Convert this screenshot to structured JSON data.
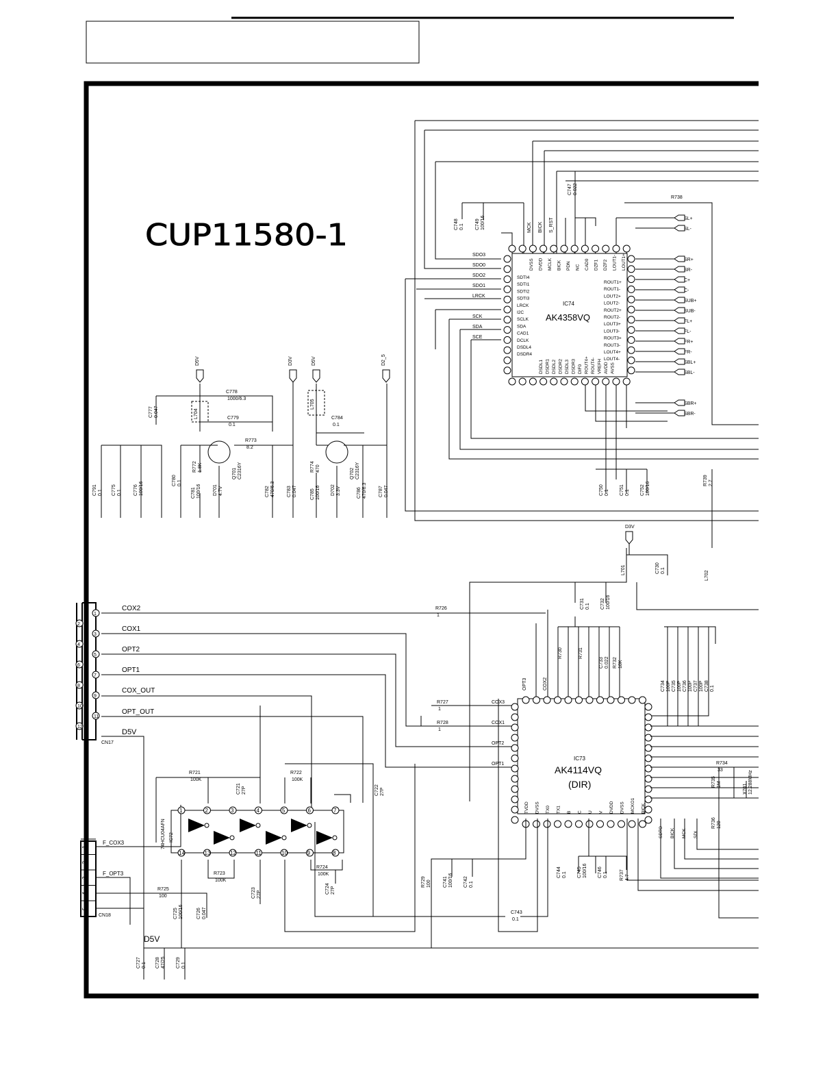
{
  "board_id": "CUP11580-1",
  "ic74": {
    "ref": "IC74",
    "part": "AK4358VQ",
    "left_pins": [
      "SDTI4",
      "SDTI1",
      "SDTI2",
      "SDTI3",
      "LRCK",
      "I2C",
      "SCLK",
      "SDA",
      "CAD1",
      "DCLK",
      "DSDL4",
      "DSDR4"
    ],
    "top_pins": [
      "DVSS",
      "DVDD",
      "MCLK",
      "BICK",
      "PDN",
      "NC",
      "CAD0",
      "DZF1",
      "DZF2",
      "LOUT1-",
      "LOUT1+"
    ],
    "right_pins": [
      "ROUT1+",
      "ROUT1-",
      "LOUT2+",
      "LOUT2-",
      "ROUT2+",
      "ROUT2-",
      "LOUT3+",
      "LOUT3-",
      "ROUT3+",
      "ROUT3-",
      "LOUT4+",
      "LOUT4-"
    ],
    "bottom_pins": [
      "DSDL1",
      "DSDR1",
      "DSDL2",
      "DSDR2",
      "DSDL3",
      "DSDR3",
      "DIF0",
      "ROUT4+",
      "ROUT4-",
      "VREFH",
      "AVDD",
      "AVSS"
    ],
    "left_nets": [
      "SDO3",
      "SDO0",
      "SDO2",
      "SDO1",
      "LRCK",
      "SCK",
      "SDA",
      "SCE"
    ],
    "top_nets": [
      "MCK",
      "BICK",
      "S_RST"
    ]
  },
  "ic73": {
    "ref": "IC73",
    "part": "AK4114VQ",
    "note": "(DIR)",
    "left_nets": [
      "COX3",
      "COX1",
      "OPT2",
      "OPT1"
    ],
    "top_pins": [
      "OPT3",
      "COX2"
    ],
    "bottom_pins": [
      "TVDD",
      "DVSS",
      "TX0",
      "TX1",
      "B",
      "C",
      "U",
      "V",
      "DVDD",
      "DVSS",
      "MCKO1",
      "BICK"
    ],
    "bottom_nets": [
      "SDTO",
      "BICK",
      "MCK",
      "SDI"
    ]
  },
  "ic72": {
    "ref": "IC72",
    "part": "74HCU04AFN",
    "top_pins": [
      "1",
      "2",
      "3",
      "4",
      "5",
      "6",
      "7"
    ],
    "bottom_pins": [
      "14",
      "13",
      "12",
      "11",
      "10",
      "9",
      "8"
    ]
  },
  "outputs": [
    "SL+",
    "SL-",
    "SR+",
    "SR-",
    "C+",
    "C-",
    "SUB+",
    "SUB-",
    "FL+",
    "FL-",
    "FR+",
    "FR-",
    "SBL+",
    "SBL-",
    "SBR+",
    "SBR-"
  ],
  "power_labels": {
    "d5v": "D5V",
    "d3v": "D3V",
    "d2_5": "D2_5"
  },
  "cn17": {
    "ref": "CN17",
    "odd_pins": [
      "1",
      "3",
      "5",
      "7",
      "9",
      "11"
    ],
    "even_pins": [
      "2",
      "4",
      "6",
      "8",
      "10",
      "12"
    ],
    "signals": [
      "COX2",
      "COX1",
      "OPT2",
      "OPT1",
      "COX_OUT",
      "OPT_OUT",
      "D5V"
    ]
  },
  "cn18": {
    "ref": "CN18",
    "pins": [
      "1",
      "2",
      "3",
      "4",
      "5"
    ],
    "signals": [
      "F_COX3",
      "F_OPT3"
    ]
  },
  "components": [
    {
      "ref": "C747",
      "val": "0.022"
    },
    {
      "ref": "R738",
      "val": ""
    },
    {
      "ref": "C748",
      "val": "0.1"
    },
    {
      "ref": "C749",
      "val": "100/16"
    },
    {
      "ref": "C750",
      "val": "0.1"
    },
    {
      "ref": "C751",
      "val": "0.1"
    },
    {
      "ref": "C752",
      "val": "100/16"
    },
    {
      "ref": "R739",
      "val": "2.7"
    },
    {
      "ref": "C777",
      "val": "0.047"
    },
    {
      "ref": "L704",
      "val": ""
    },
    {
      "ref": "C778",
      "val": "1000/6.3"
    },
    {
      "ref": "C779",
      "val": "0.1"
    },
    {
      "ref": "Q701",
      "val": "C2316Y"
    },
    {
      "ref": "R773",
      "val": "8.2"
    },
    {
      "ref": "R772",
      "val": "1.8K"
    },
    {
      "ref": "C780",
      "val": "0.1"
    },
    {
      "ref": "C781",
      "val": "100/16"
    },
    {
      "ref": "D701",
      "val": "4.7V"
    },
    {
      "ref": "C782",
      "val": "470/6.3"
    },
    {
      "ref": "C783",
      "val": "0.047"
    },
    {
      "ref": "C791",
      "val": "0.1"
    },
    {
      "ref": "C775",
      "val": "0.1"
    },
    {
      "ref": "C776",
      "val": "100/16"
    },
    {
      "ref": "L705",
      "val": ""
    },
    {
      "ref": "C784",
      "val": "0.1"
    },
    {
      "ref": "Q702",
      "val": "C2316Y"
    },
    {
      "ref": "R774",
      "val": "470"
    },
    {
      "ref": "C785",
      "val": "100/16"
    },
    {
      "ref": "D702",
      "val": "3.3V"
    },
    {
      "ref": "C786",
      "val": "470/6.3"
    },
    {
      "ref": "C787",
      "val": "0.047"
    },
    {
      "ref": "L701",
      "val": ""
    },
    {
      "ref": "C730",
      "val": "0.1"
    },
    {
      "ref": "L702",
      "val": ""
    },
    {
      "ref": "C731",
      "val": "0.1"
    },
    {
      "ref": "C732",
      "val": "100/16"
    },
    {
      "ref": "R726",
      "val": "1"
    },
    {
      "ref": "R730",
      "val": ""
    },
    {
      "ref": "R731",
      "val": ""
    },
    {
      "ref": "C733",
      "val": "0.022"
    },
    {
      "ref": "R732",
      "val": "18K"
    },
    {
      "ref": "C734",
      "val": "100P"
    },
    {
      "ref": "C735",
      "val": "100P"
    },
    {
      "ref": "C736",
      "val": "100P"
    },
    {
      "ref": "C737",
      "val": "100P"
    },
    {
      "ref": "C738",
      "val": "0.1"
    },
    {
      "ref": "R727",
      "val": "1"
    },
    {
      "ref": "R728",
      "val": "1"
    },
    {
      "ref": "R734",
      "val": "33"
    },
    {
      "ref": "R735",
      "val": "1M"
    },
    {
      "ref": "X701",
      "val": "12.288MHz"
    },
    {
      "ref": "R736",
      "val": "120"
    },
    {
      "ref": "R721",
      "val": "100K"
    },
    {
      "ref": "C721",
      "val": "27P"
    },
    {
      "ref": "R722",
      "val": "100K"
    },
    {
      "ref": "C722",
      "val": "27P"
    },
    {
      "ref": "R723",
      "val": "100K"
    },
    {
      "ref": "C723",
      "val": "27P"
    },
    {
      "ref": "R724",
      "val": "100K"
    },
    {
      "ref": "C724",
      "val": "27P"
    },
    {
      "ref": "R725",
      "val": "100"
    },
    {
      "ref": "C725",
      "val": "100/16"
    },
    {
      "ref": "C726",
      "val": "0.047"
    },
    {
      "ref": "C727",
      "val": "0.1"
    },
    {
      "ref": "C728",
      "val": "47/25"
    },
    {
      "ref": "C729",
      "val": "0.1"
    },
    {
      "ref": "R729",
      "val": "100"
    },
    {
      "ref": "C741",
      "val": "100/16"
    },
    {
      "ref": "C742",
      "val": "0.1"
    },
    {
      "ref": "C743",
      "val": "0.1"
    },
    {
      "ref": "C744",
      "val": "0.1"
    },
    {
      "ref": "C745",
      "val": "100/16"
    },
    {
      "ref": "C746",
      "val": "0.1"
    },
    {
      "ref": "R737",
      "val": "4.7"
    }
  ]
}
